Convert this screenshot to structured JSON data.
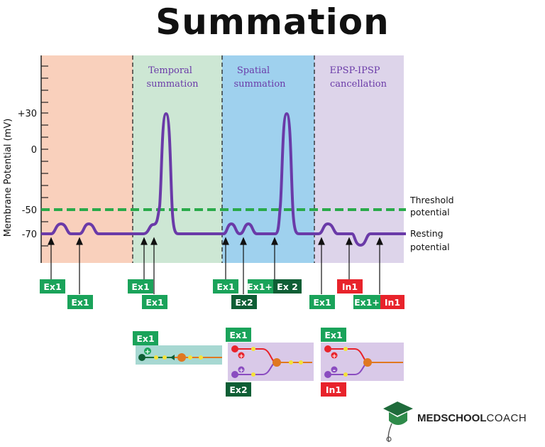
{
  "title": "Summation",
  "y_axis_label": "Membrane Potential (mV)",
  "y_ticks": [
    "+30",
    "0",
    "-50",
    "-70"
  ],
  "panels": [
    {
      "line1": "",
      "line2": "",
      "color": "#f9d0bc"
    },
    {
      "line1": "Temporal",
      "line2": "summation",
      "color": "#cde7d4"
    },
    {
      "line1": "Spatial",
      "line2": "summation",
      "color": "#9fd1ee"
    },
    {
      "line1": "EPSP-IPSP",
      "line2": "cancellation",
      "color": "#ddd4ea"
    }
  ],
  "threshold_label": [
    "Threshold",
    "potential"
  ],
  "resting_label": [
    "Resting",
    "potential"
  ],
  "stimuli": {
    "s1": "Ex1",
    "s2": "Ex1",
    "s3": "Ex1",
    "s4": "Ex1",
    "s5": "Ex1",
    "s6": "Ex2",
    "s7a": "Ex1+",
    "s7b": "Ex 2",
    "s8": "Ex1",
    "s9": "In1",
    "s10a": "Ex1+",
    "s10b": "In1"
  },
  "diagram_labels": {
    "temporal": "Ex1",
    "spatial_top": "Ex1",
    "spatial_bottom": "Ex2",
    "cancel_top": "Ex1",
    "cancel_bottom": "In1"
  },
  "signs": {
    "plus": "+",
    "minus": "-"
  },
  "logo": {
    "bold": "MEDSCHOOL",
    "regular": "COACH"
  },
  "colors": {
    "excitatory": "#1aa35a",
    "excitatory_dark": "#0e5e35",
    "inhibitory": "#e8232b",
    "trace": "#6a3aa8",
    "threshold": "#2aaa4a"
  }
}
